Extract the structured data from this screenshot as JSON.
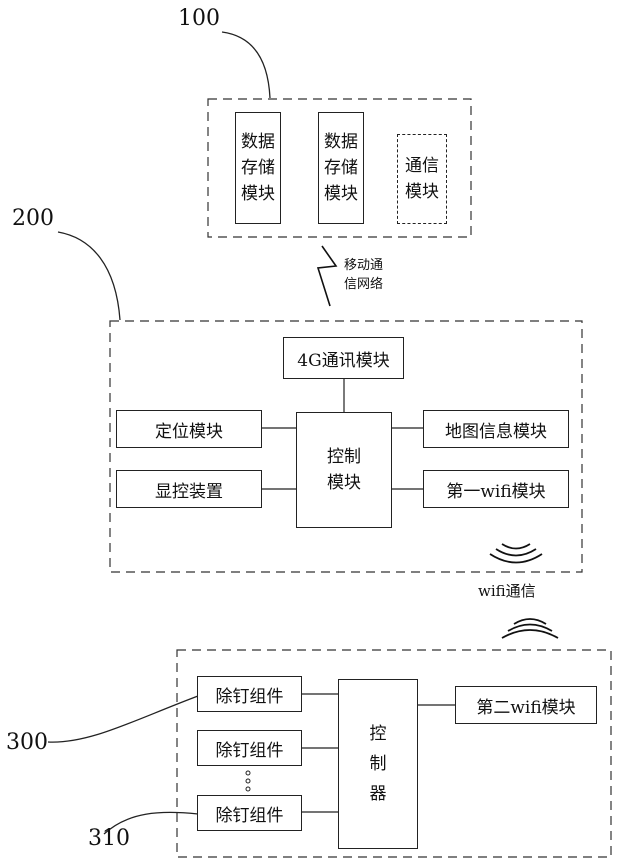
{
  "ref_labels": {
    "r100": "100",
    "r200": "200",
    "r300": "300",
    "r310": "310"
  },
  "server": {
    "storage1": [
      "数据",
      "存储",
      "模块"
    ],
    "storage2": [
      "数据",
      "存储",
      "模块"
    ],
    "comm": [
      "通信",
      "模块"
    ]
  },
  "network_label": [
    "移动通",
    "信网络"
  ],
  "device": {
    "comm4g": "4G通讯模块",
    "positioning": "定位模块",
    "display": "显控装置",
    "control": [
      "控制",
      "模块"
    ],
    "map_info": "地图信息模块",
    "wifi1": "第一wifi模块"
  },
  "wifi_label": "wifi通信",
  "remover": {
    "item1": "除钉组件",
    "item2": "除钉组件",
    "item3": "除钉组件",
    "controller": [
      "控",
      "制",
      "器"
    ],
    "wifi2": "第二wifi模块"
  }
}
